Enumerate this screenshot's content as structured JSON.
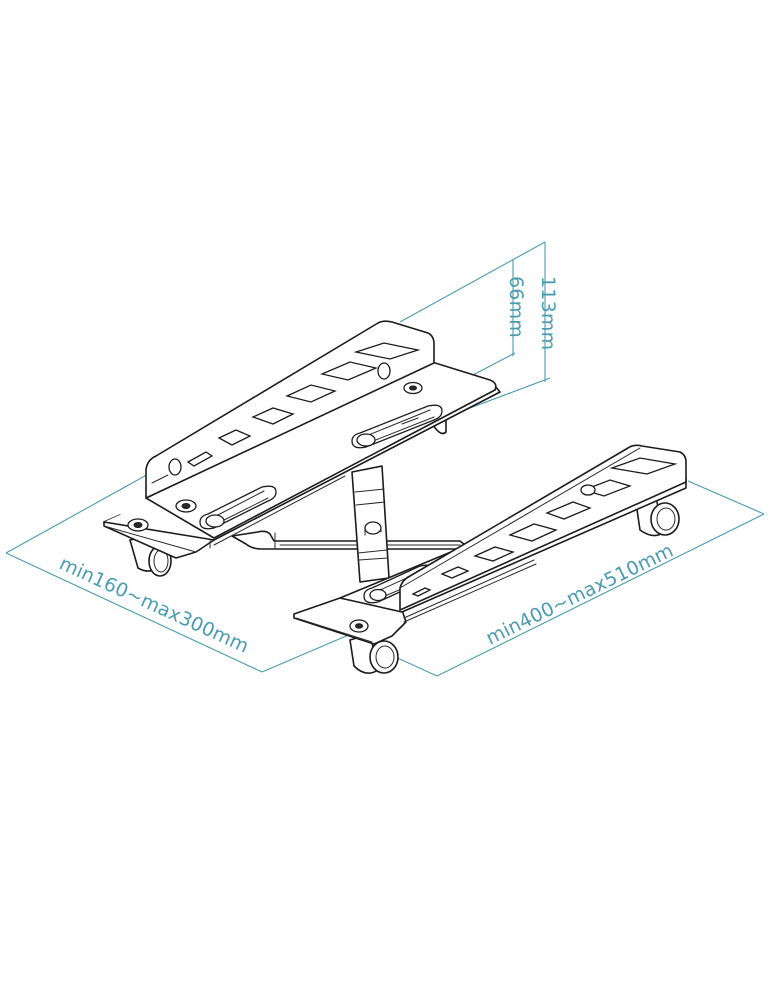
{
  "diagram": {
    "subject": "Adjustable PC tower stand with casters",
    "colors": {
      "background": "#ffffff",
      "line_art": "#1c1c1c",
      "dimension": "#4a9cb0"
    },
    "dimensions": {
      "total_height": "113mm",
      "bracket_height": "66mm",
      "width_range": "min160~max300mm",
      "length_range": "min400~max510mm"
    },
    "parts": [
      {
        "name": "rear-bracket",
        "slots": 6,
        "has_caster": true
      },
      {
        "name": "front-bracket",
        "slots": 6,
        "has_caster": true
      },
      {
        "name": "cross-arm-connector"
      },
      {
        "name": "caster-wheel",
        "count": 4
      }
    ]
  }
}
